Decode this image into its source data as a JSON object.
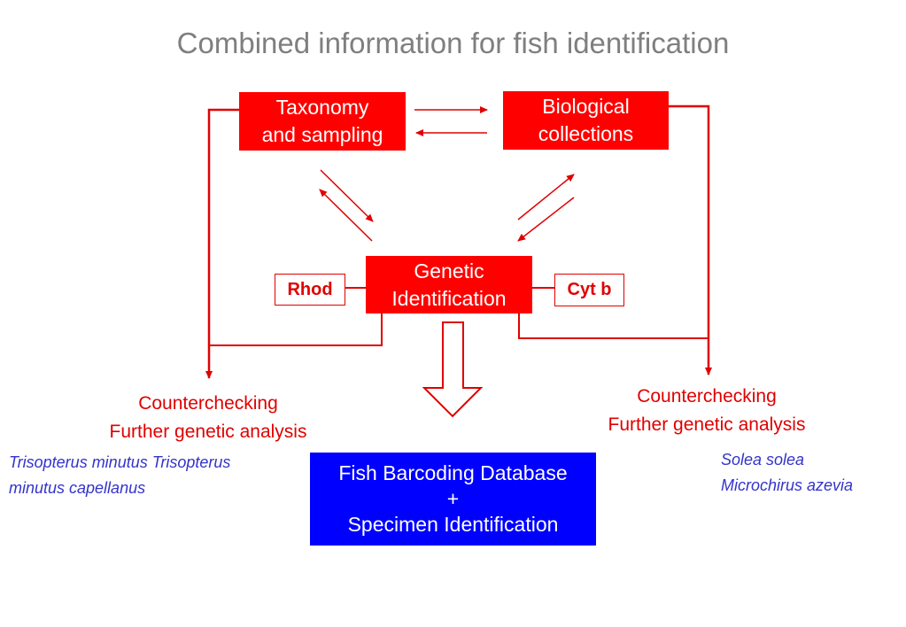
{
  "title": "Combined information for fish identification",
  "nodes": {
    "taxonomy": [
      "Taxonomy",
      "and sampling"
    ],
    "collections": [
      "Biological",
      "collections"
    ],
    "genetic": [
      "Genetic",
      "Identification"
    ],
    "rhod": "Rhod",
    "cytb": "Cyt b",
    "database": [
      "Fish Barcoding Database",
      "+",
      "Specimen Identification"
    ]
  },
  "left_check": [
    "Counterchecking",
    "Further genetic analysis"
  ],
  "right_check": [
    "Counterchecking",
    "Further genetic analysis"
  ],
  "left_species": [
    "Trisopterus minutus Trisopterus",
    "minutus capellanus"
  ],
  "right_species": [
    "Solea solea",
    "Microchirus azevia"
  ],
  "colors": {
    "accent": "#ff0000",
    "database": "#0000ff",
    "title": "#7f7f7f",
    "species": "#3333cc"
  }
}
